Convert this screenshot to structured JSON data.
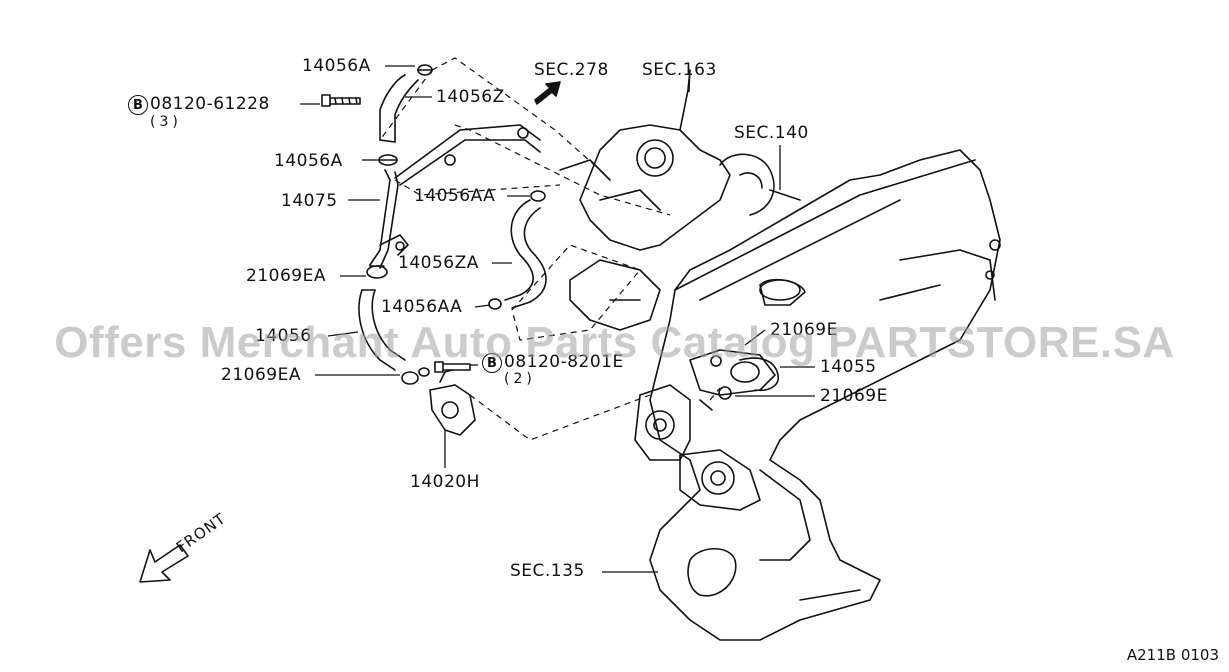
{
  "labels": {
    "l14056A_top": "14056A",
    "l14056Z": "14056Z",
    "l_bolt1": "08120-61228",
    "l_bolt1_qty": "(3)",
    "l14056A_mid": "14056A",
    "l14075": "14075",
    "l14056AA_top": "14056AA",
    "l21069EA_top": "21069EA",
    "l14056ZA": "14056ZA",
    "l14056AA_mid": "14056AA",
    "l14056_left": "14056",
    "l21069EA_low": "21069EA",
    "l_bolt2": "08120-8201E",
    "l_bolt2_qty": "(2)",
    "l14020H": "14020H",
    "l21069E_top": "21069E",
    "l14055": "14055",
    "l21069E_low": "21069E",
    "sec278": "SEC.278",
    "sec163": "SEC.163",
    "sec140": "SEC.140",
    "sec135": "SEC.135",
    "front": "FRONT",
    "bolt_symbol": "B"
  },
  "watermark": "Offers Merchant Auto Parts Catalog PARTSTORE.SA",
  "diagram_code": "A211B 0103"
}
